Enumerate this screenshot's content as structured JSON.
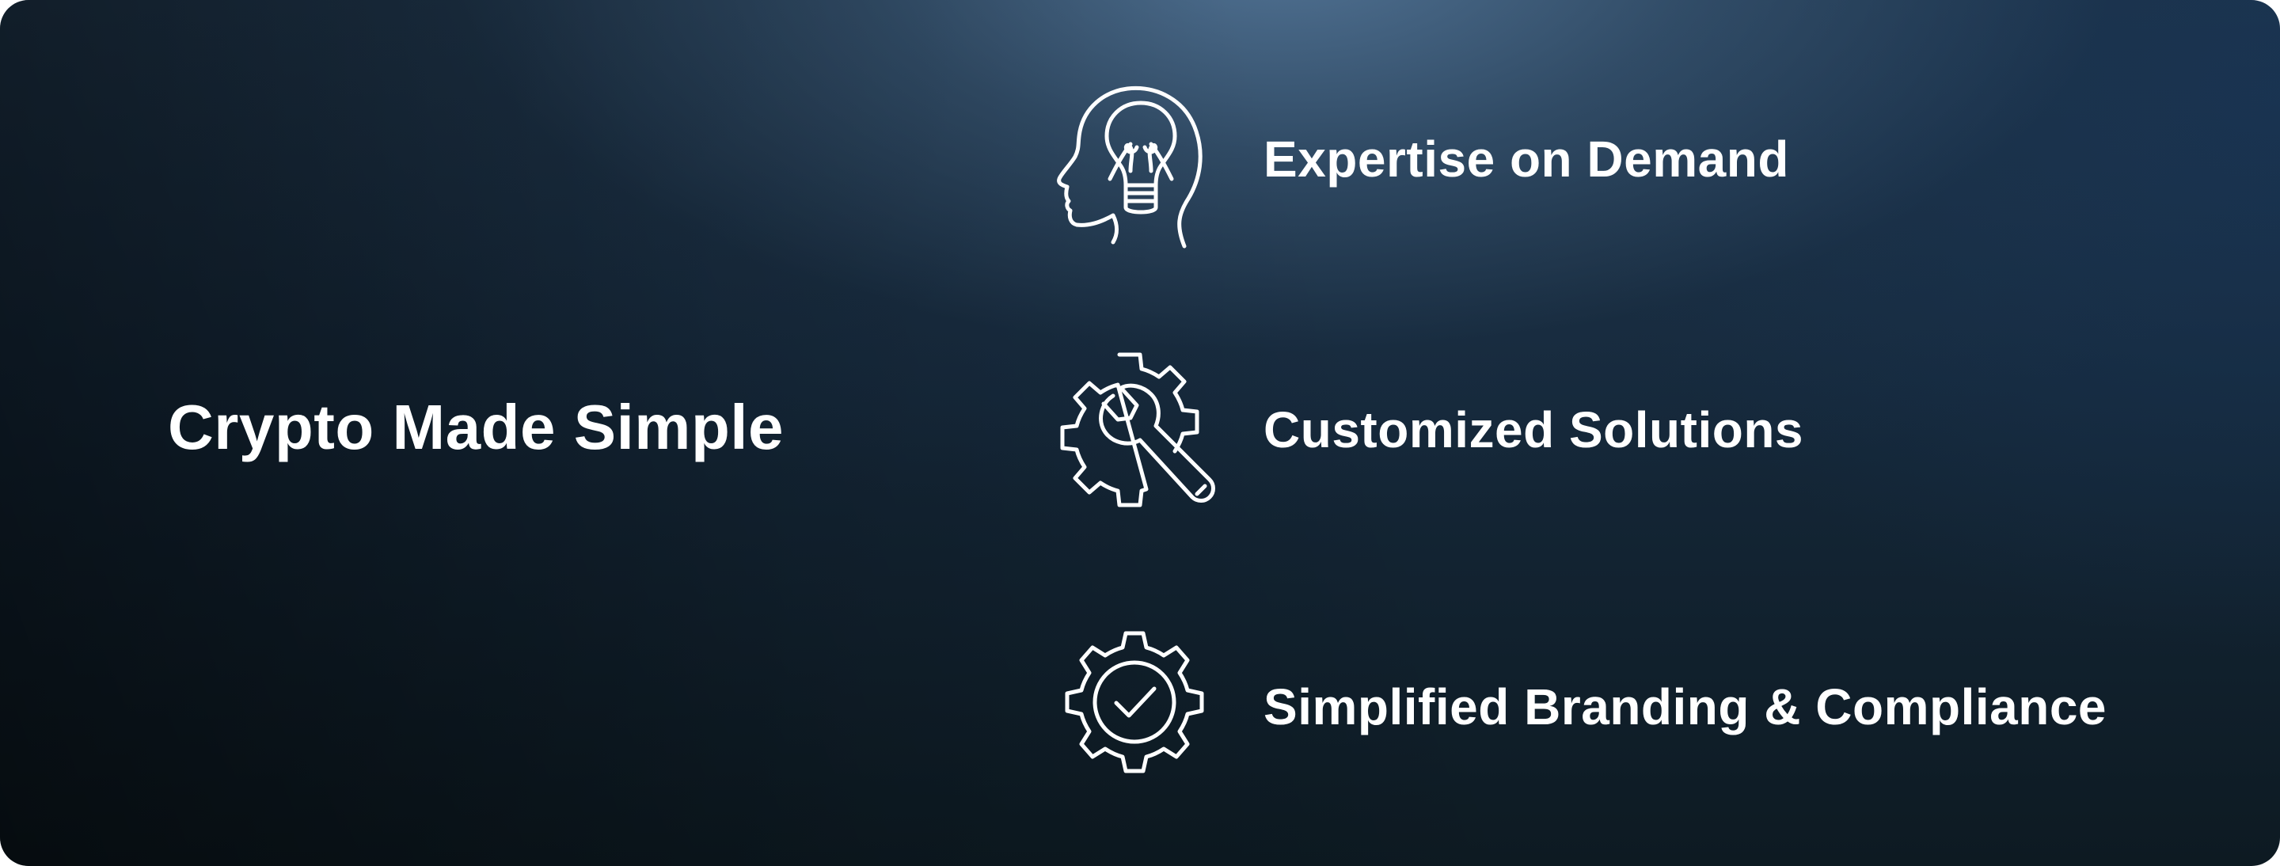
{
  "hero": {
    "headline": "Crypto Made Simple"
  },
  "features": [
    {
      "label": "Expertise on Demand",
      "icon": "head-lightbulb-icon"
    },
    {
      "label": "Customized Solutions",
      "icon": "gear-wrench-icon"
    },
    {
      "label": "Simplified Branding & Compliance",
      "icon": "gear-checkmark-icon"
    }
  ],
  "colors": {
    "text": "#ffffff",
    "background_dark": "#0b151c",
    "background_highlight": "#4d6d8e"
  }
}
